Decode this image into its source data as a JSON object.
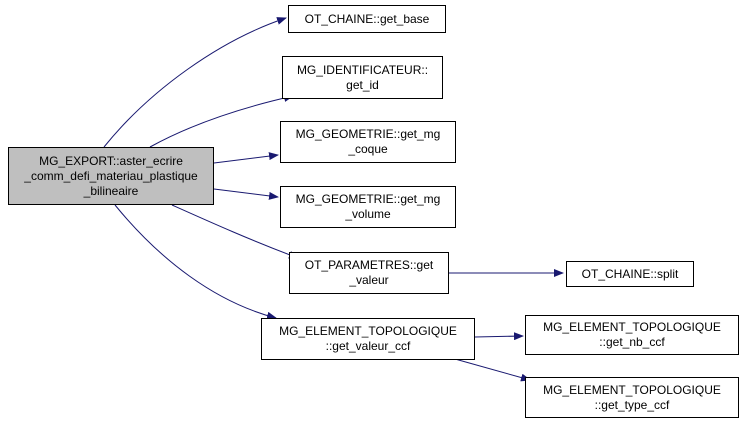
{
  "colors": {
    "edge": "#191970",
    "root_fill": "#bfbfbf",
    "node_fill": "#ffffff",
    "border": "#000000"
  },
  "nodes": {
    "root": {
      "lines": [
        "MG_EXPORT::aster_ecrire",
        "_comm_defi_materiau_plastique",
        "_bilineaire"
      ]
    },
    "ot_chaine_get_base": {
      "lines": [
        "OT_CHAINE::get_base"
      ]
    },
    "mg_identificateur_get_id": {
      "lines": [
        "MG_IDENTIFICATEUR::",
        "get_id"
      ]
    },
    "mg_geometrie_get_mg_coque": {
      "lines": [
        "MG_GEOMETRIE::get_mg",
        "_coque"
      ]
    },
    "mg_geometrie_get_mg_volume": {
      "lines": [
        "MG_GEOMETRIE::get_mg",
        "_volume"
      ]
    },
    "ot_parametres_get_valeur": {
      "lines": [
        "OT_PARAMETRES::get",
        "_valeur"
      ]
    },
    "mg_element_topologique_get_valeur_ccf": {
      "lines": [
        "MG_ELEMENT_TOPOLOGIQUE",
        "::get_valeur_ccf"
      ]
    },
    "ot_chaine_split": {
      "lines": [
        "OT_CHAINE::split"
      ]
    },
    "mg_element_topologique_get_nb_ccf": {
      "lines": [
        "MG_ELEMENT_TOPOLOGIQUE",
        "::get_nb_ccf"
      ]
    },
    "mg_element_topologique_get_type_ccf": {
      "lines": [
        "MG_ELEMENT_TOPOLOGIQUE",
        "::get_type_ccf"
      ]
    }
  }
}
